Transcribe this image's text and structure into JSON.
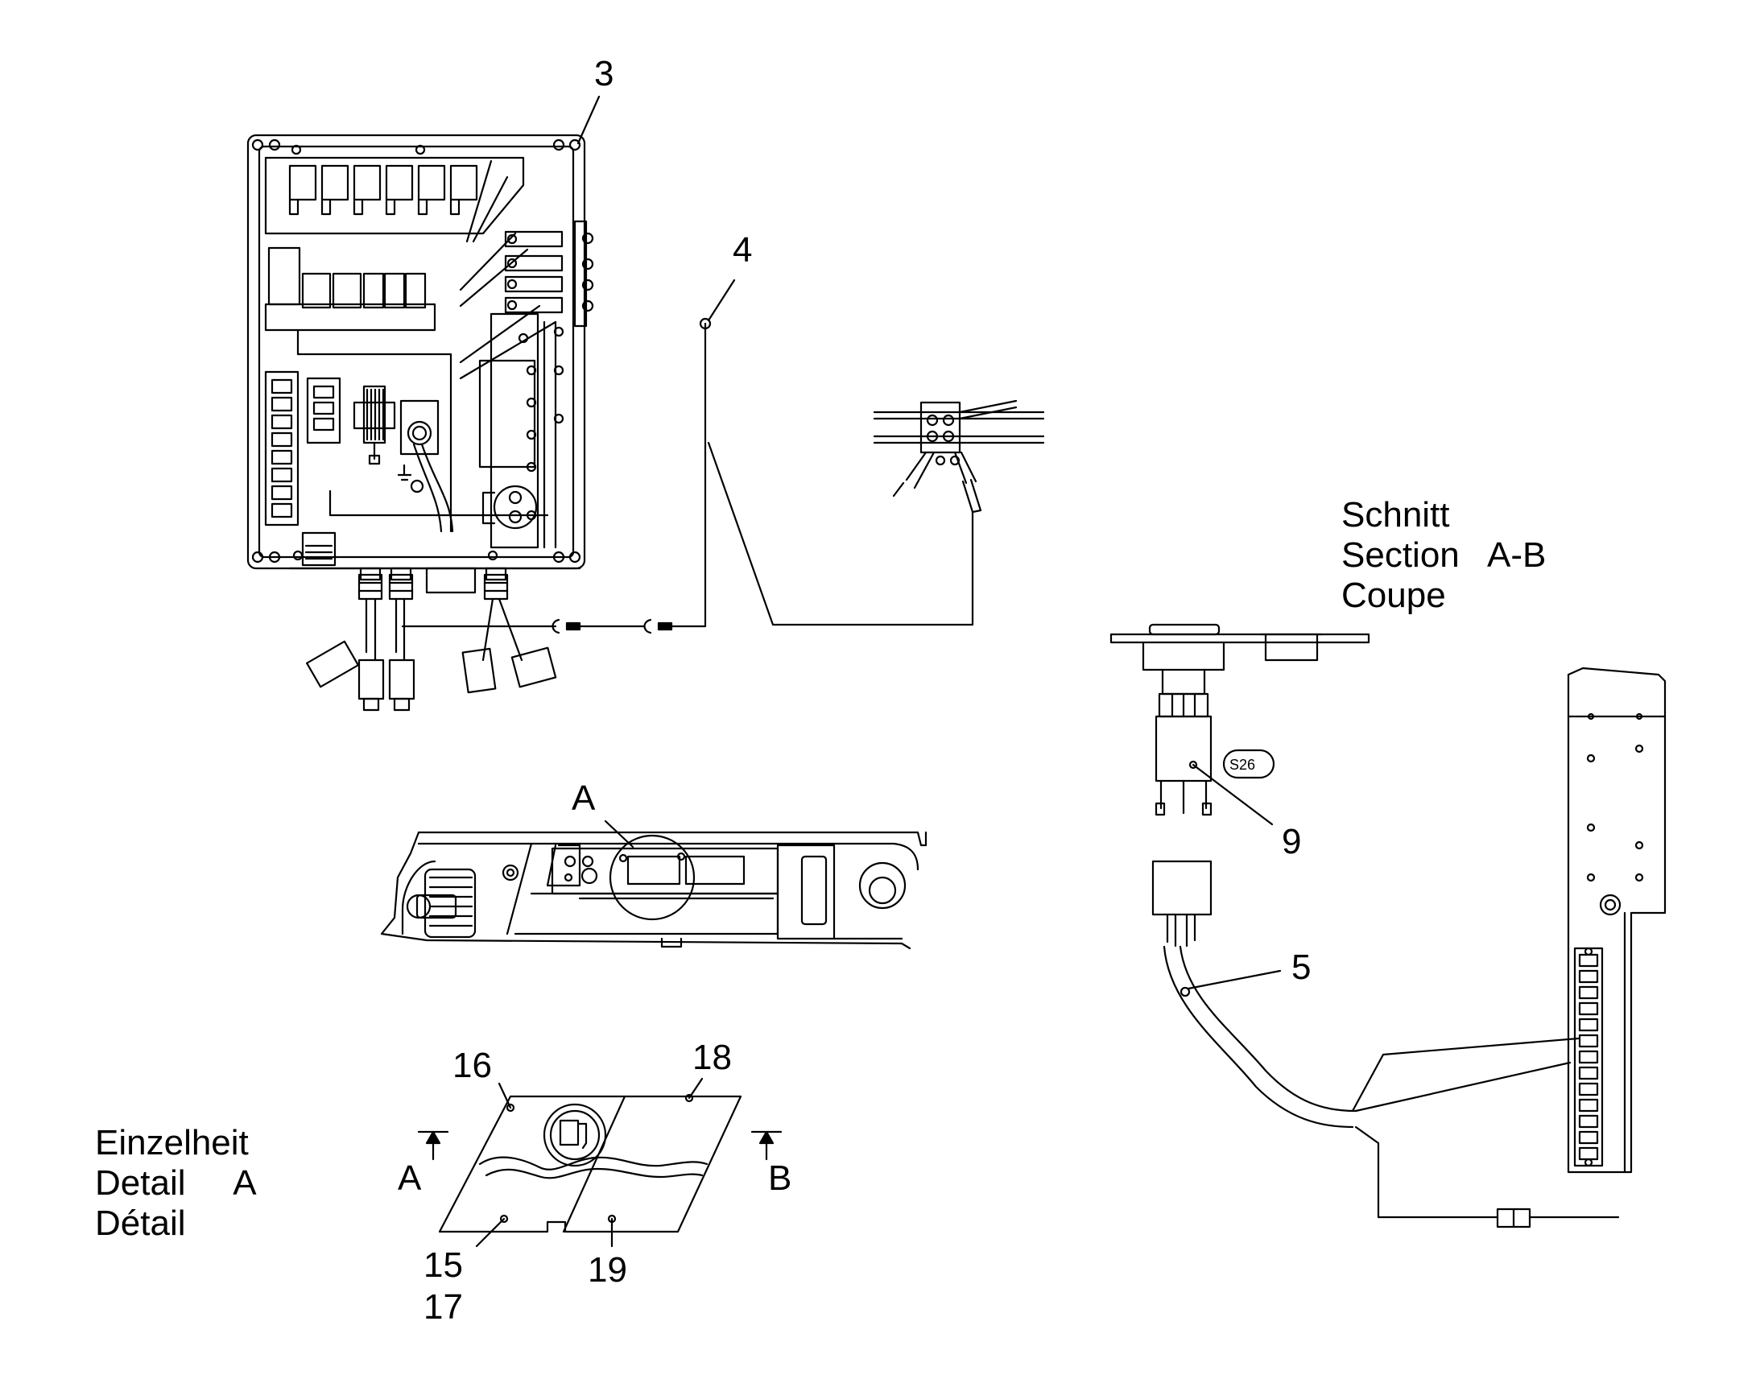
{
  "callouts": {
    "c3": "3",
    "c4": "4",
    "c5": "5",
    "c9": "9",
    "c15": "15",
    "c16": "16",
    "c17": "17",
    "c18": "18",
    "c19": "19"
  },
  "detail_marker": "A",
  "section_marks": {
    "left": "A",
    "right": "B"
  },
  "section_title": {
    "line1": "Schnitt",
    "line2": "Section   A-B",
    "line3": "Coupe"
  },
  "detail_title": {
    "line1": "Einzelheit",
    "line2": "Detail     A",
    "line3": "Détail"
  },
  "switch_tag": "S26",
  "colors": {
    "ink": "#000000",
    "paper": "#ffffff"
  }
}
